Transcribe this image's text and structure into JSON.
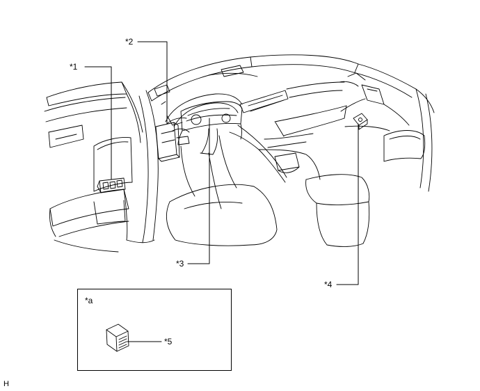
{
  "callouts": {
    "c1": "*1",
    "c2": "*2",
    "c3": "*3",
    "c4": "*4",
    "c5": "*5",
    "inset": "*a"
  },
  "corner_mark": "H"
}
